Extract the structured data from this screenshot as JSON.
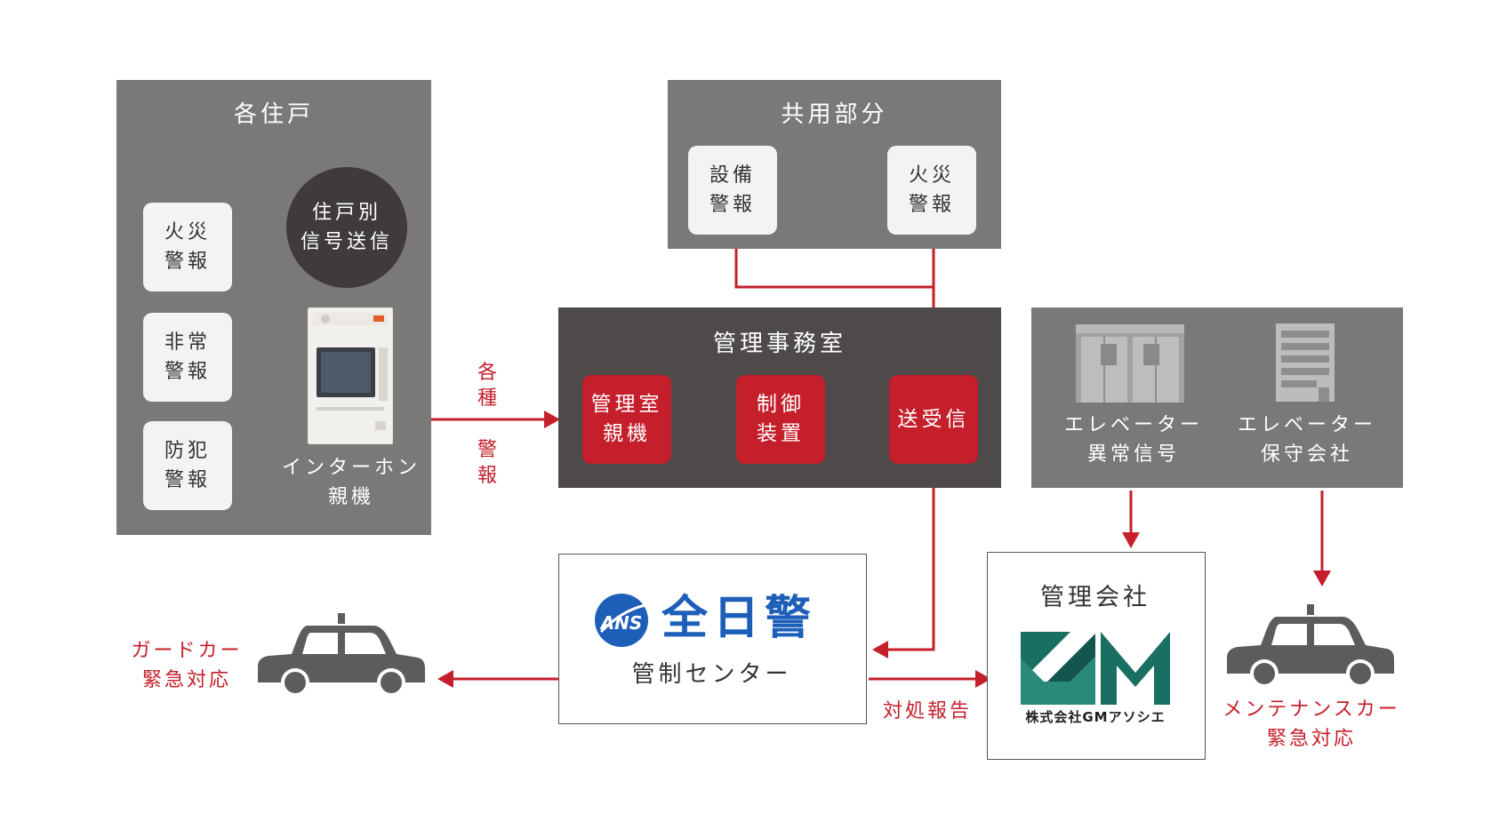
{
  "residence": {
    "title": "各住戸",
    "items": [
      "火災\n警報",
      "非常\n警報",
      "防犯\n警報"
    ],
    "signal_badge": "住戸別\n信号送信",
    "intercom_label": "インターホン\n親機"
  },
  "common_area": {
    "title": "共用部分",
    "items": [
      "設備\n警報",
      "火災\n警報"
    ]
  },
  "management_office": {
    "title": "管理事務室",
    "items": [
      "管理室\n親機",
      "制御\n装置",
      "送受信"
    ]
  },
  "elevator": {
    "signal_label": "エレベーター\n異常信号",
    "company_label": "エレベーター\n保守会社"
  },
  "alarm_label": "各\n種\n\n警\n報",
  "control_center": {
    "logo_mark": "ANS",
    "logo_text": "全日警",
    "label": "管制センター"
  },
  "management_company": {
    "title": "管理会社",
    "logo_mark": "GM",
    "logo_caption": "株式会社GMアソシエ"
  },
  "guard_car_label": "ガードカー\n緊急対応",
  "report_label": "対処報告",
  "maintenance_car_label": "メンテナンスカー\n緊急対応",
  "colors": {
    "red": "#c51f2b",
    "gray": "#7a7978",
    "dark": "#4d4a49",
    "blue": "#1d5fb8",
    "green": "#1a6f63"
  }
}
